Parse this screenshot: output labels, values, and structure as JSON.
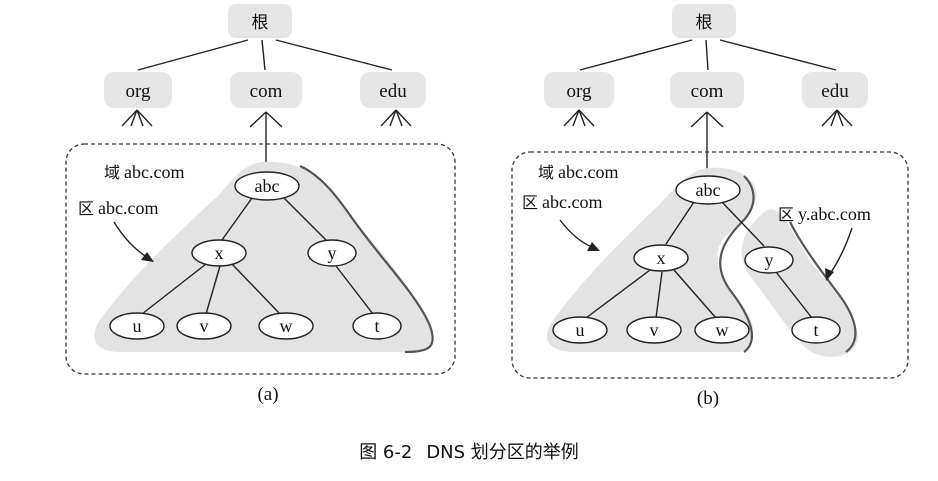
{
  "diagram": {
    "root_label": "根",
    "tlds": [
      "org",
      "com",
      "edu"
    ],
    "panel_a": {
      "domain_prefix": "域",
      "domain_name": "abc.com",
      "zone_prefix": "区",
      "zone_name": "abc.com",
      "nodes": {
        "abc": "abc",
        "x": "x",
        "y": "y",
        "u": "u",
        "v": "v",
        "w": "w",
        "t": "t"
      },
      "caption": "(a)"
    },
    "panel_b": {
      "domain_prefix": "域",
      "domain_name": "abc.com",
      "zone_prefix": "区",
      "zone_name": "abc.com",
      "zone2_prefix": "区",
      "zone2_name": "y.abc.com",
      "nodes": {
        "abc": "abc",
        "x": "x",
        "y": "y",
        "u": "u",
        "v": "v",
        "w": "w",
        "t": "t"
      },
      "caption": "(b)"
    },
    "figure_caption": {
      "prefix": "图 6-2",
      "title": "DNS 划分区的举例"
    }
  }
}
